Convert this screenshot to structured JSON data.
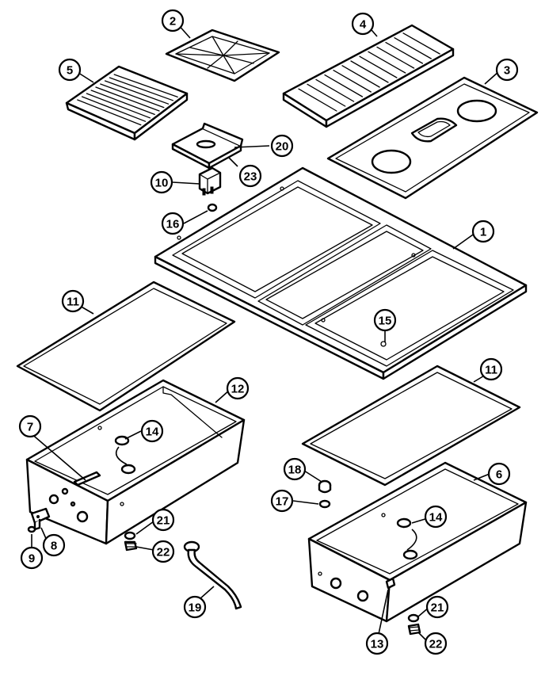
{
  "callouts": [
    {
      "id": "c2",
      "label": "2"
    },
    {
      "id": "c4",
      "label": "4"
    },
    {
      "id": "c5",
      "label": "5"
    },
    {
      "id": "c3",
      "label": "3"
    },
    {
      "id": "c20",
      "label": "20"
    },
    {
      "id": "c23",
      "label": "23"
    },
    {
      "id": "c10",
      "label": "10"
    },
    {
      "id": "c16",
      "label": "16"
    },
    {
      "id": "c1",
      "label": "1"
    },
    {
      "id": "c11a",
      "label": "11"
    },
    {
      "id": "c15",
      "label": "15"
    },
    {
      "id": "c12",
      "label": "12"
    },
    {
      "id": "c11b",
      "label": "11"
    },
    {
      "id": "c7",
      "label": "7"
    },
    {
      "id": "c14a",
      "label": "14"
    },
    {
      "id": "c18a",
      "label": "18"
    },
    {
      "id": "c6",
      "label": "6"
    },
    {
      "id": "c17",
      "label": "17"
    },
    {
      "id": "c14b",
      "label": "14"
    },
    {
      "id": "c21a",
      "label": "21"
    },
    {
      "id": "c9",
      "label": "9"
    },
    {
      "id": "c8",
      "label": "8"
    },
    {
      "id": "c22a",
      "label": "22"
    },
    {
      "id": "c19",
      "label": "19"
    },
    {
      "id": "c13",
      "label": "13"
    },
    {
      "id": "c21b",
      "label": "21"
    },
    {
      "id": "c22b",
      "label": "22"
    }
  ]
}
